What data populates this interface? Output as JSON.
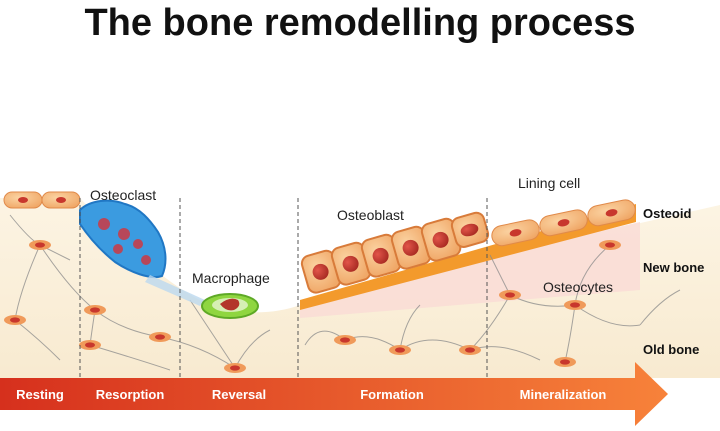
{
  "title": "The bone remodelling process",
  "cell_labels": {
    "osteoclast": "Osteoclast",
    "macrophage": "Macrophage",
    "osteoblast": "Osteoblast",
    "lining_cell": "Lining cell",
    "osteocytes": "Osteocytes"
  },
  "layer_labels": {
    "osteoid": "Osteoid",
    "new_bone": "New bone",
    "old_bone": "Old bone"
  },
  "stages": [
    "Resting",
    "Resorption",
    "Reversal",
    "Formation",
    "Mineralization"
  ],
  "colors": {
    "bone": "#fbf1de",
    "new_bone": "#f9dcd6",
    "osteoid": "#f39a2c",
    "arrow_start": "#d6301d",
    "arrow_end": "#f7823a",
    "osteoclast": "#3b9be0",
    "macrophage": "#8fd640",
    "osteoblast": "#f2953e",
    "nucleus": "#c8372d"
  }
}
